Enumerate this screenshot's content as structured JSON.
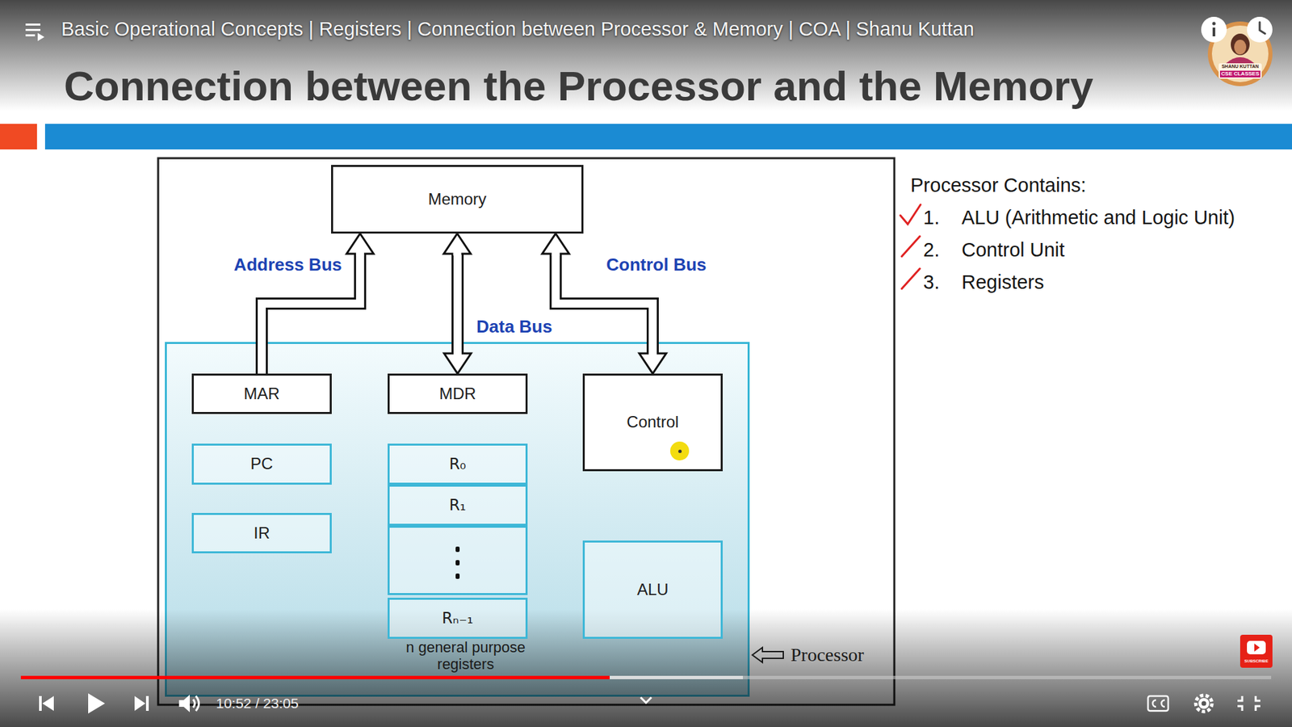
{
  "diagram": {
    "title": "Connection between the Processor and the Memory",
    "nodes": [
      {
        "text": [
          "Memory"
        ]
      },
      {
        "text": [
          "Processor"
        ]
      },
      {
        "text": [
          "MAR"
        ],
        "in": 1
      },
      {
        "text": [
          "MDR"
        ],
        "in": 1
      },
      {
        "text": [
          "Control"
        ],
        "in": 1
      },
      {
        "text": [
          "PC"
        ],
        "in": 1
      },
      {
        "text": [
          "R₀"
        ],
        "in": 1
      },
      {
        "text": [
          "R₁"
        ],
        "in": 1
      },
      {
        "text": [
          "IR"
        ],
        "in": 1
      },
      {
        "text": [
          "Rₙ₋₁"
        ],
        "in": 1
      },
      {
        "text": [
          "ALU"
        ],
        "in": 1
      }
    ],
    "edges": [
      {
        "from": 2,
        "to": 0,
        "arrow": "to",
        "label": "Address Bus"
      },
      {
        "from": 3,
        "to": 0,
        "arrow": "both",
        "label": "Data Bus"
      },
      {
        "from": 4,
        "to": 0,
        "arrow": "both",
        "label": "Control Bus"
      }
    ],
    "labels": [
      "Basic Operational Concepts | Registers | Connection between Processor & Memory | COA | Shanu Kuttan",
      "SHANU KUTTAN",
      "CSE CLASSES",
      "Processor Contains:",
      "1.",
      "ALU (Arithmetic and Logic Unit)",
      "2.",
      "Control Unit",
      "3.",
      "Registers",
      "n general purpose registers",
      "SUBSCRIBE",
      "10:52 / 23:05"
    ]
  }
}
